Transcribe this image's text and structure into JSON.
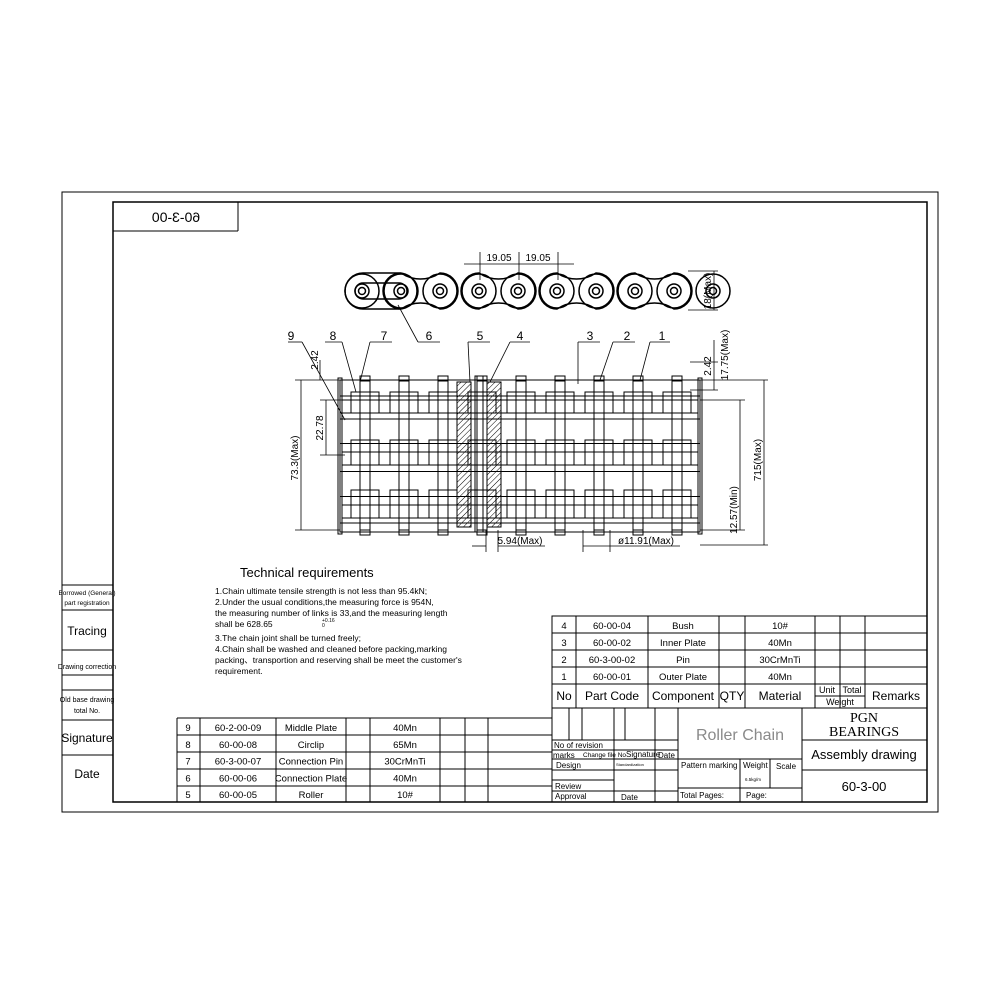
{
  "drawing_code_mirrored": "60-3-00",
  "dimensions": {
    "pitch_a": "19.05",
    "pitch_b": "19.05",
    "plate_height": "18(Max)",
    "plate_thickness_left": "2.42",
    "plate_thickness_right": "2.42",
    "inner_width": "22.78",
    "overall_width": "73.3(Max)",
    "outer_height": "17.75(Max)",
    "width_total": "715(Max)",
    "min_dim": "12.57(Min)",
    "pin_dia": "5.94(Max)",
    "roller_dia": "ø11.91(Max)"
  },
  "balloons": [
    "9",
    "8",
    "7",
    "6",
    "5",
    "4",
    "3",
    "2",
    "1"
  ],
  "tech": {
    "title": "Technical requirements",
    "lines": [
      "1.Chain ultimate tensile strength is not less than 95.4kN;",
      "2.Under the usual conditions,the measuring force is 954N,",
      " the measuring number of links is 33,and the measuring length",
      " shall be 628.65",
      "3.The chain joint shall be turned freely;",
      "4.Chain shall be washed and cleaned before packing,marking",
      " packing、transportion and reserving shall be meet the customer's",
      " requirement."
    ],
    "tolerance_plus": "+0.16",
    "tolerance_minus": "0"
  },
  "side_labels": {
    "borrowed_1": "Borrowed (General)",
    "borrowed_2": "part registration",
    "tracing": "Tracing",
    "drawing_correction": "Drawing correction",
    "old_base_1": "Old base drawing",
    "old_base_2": "total No.",
    "signature": "Signature",
    "date": "Date"
  },
  "bom_upper": [
    {
      "no": "4",
      "code": "60-00-04",
      "component": "Bush",
      "material": "10#"
    },
    {
      "no": "3",
      "code": "60-00-02",
      "component": "Inner Plate",
      "material": "40Mn"
    },
    {
      "no": "2",
      "code": "60-3-00-02",
      "component": "Pin",
      "material": "30CrMnTi"
    },
    {
      "no": "1",
      "code": "60-00-01",
      "component": "Outer Plate",
      "material": "40Mn"
    }
  ],
  "bom_header": {
    "no": "No",
    "code": "Part Code",
    "component": "Component",
    "qty": "QTY",
    "material": "Material",
    "unit": "Unit",
    "total": "Total",
    "weight": "Weight",
    "remarks": "Remarks"
  },
  "bom_lower": [
    {
      "no": "9",
      "code": "60-2-00-09",
      "component": "Middle Plate",
      "material": "40Mn"
    },
    {
      "no": "8",
      "code": "60-00-08",
      "component": "Circlip",
      "material": "65Mn"
    },
    {
      "no": "7",
      "code": "60-3-00-07",
      "component": "Connection Pin",
      "material": "30CrMnTi"
    },
    {
      "no": "6",
      "code": "60-00-06",
      "component": "Connection Plate",
      "material": "40Mn"
    },
    {
      "no": "5",
      "code": "60-00-05",
      "component": "Roller",
      "material": "10#"
    }
  ],
  "title_block": {
    "product": "Roller Chain",
    "company_1": "PGN",
    "company_2": "BEARINGS",
    "drawing_type": "Assembly drawing",
    "drawing_no": "60-3-00",
    "no_of_revision": "No of revision",
    "marks": "marks",
    "change_file_no": "Change file No",
    "signature": "Signature",
    "date": "Date",
    "design": "Design",
    "standardization": "Standardization",
    "review": "Review",
    "approval": "Approval",
    "pattern_marking": "Pattern marking",
    "weight": "Weight",
    "scale": "Scale",
    "weight_value": "6.5kg/m",
    "total_pages": "Total Pages:",
    "page": "Page:"
  }
}
